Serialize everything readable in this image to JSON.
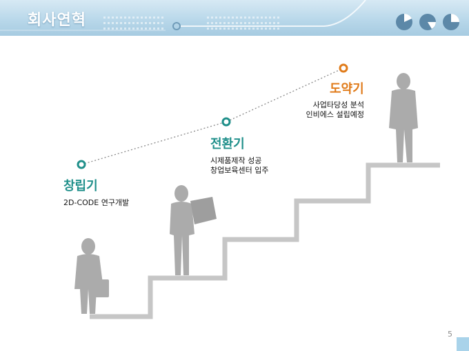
{
  "header": {
    "title": "회사연혁",
    "icons": [
      "pie-chart-icon",
      "pie-chart-icon",
      "pie-chart-icon"
    ]
  },
  "stages": [
    {
      "name": "창립기",
      "lines": [
        "2D-CODE 연구개발"
      ],
      "color": "#1f8f8a"
    },
    {
      "name": "전환기",
      "lines": [
        "시제품제작 성공",
        "창업보육센터 입주"
      ],
      "color": "#1f8f8a"
    },
    {
      "name": "도약기",
      "lines": [
        "사업타당성 분석",
        "인비에스 설립예정"
      ],
      "color": "#e07b1a"
    }
  ],
  "colors": {
    "accent_teal": "#1f8f8a",
    "accent_orange": "#e07b1a",
    "stairs": "#c6c6c6",
    "figures": "#aaaaaa"
  },
  "footer": {
    "page_number": "5"
  }
}
